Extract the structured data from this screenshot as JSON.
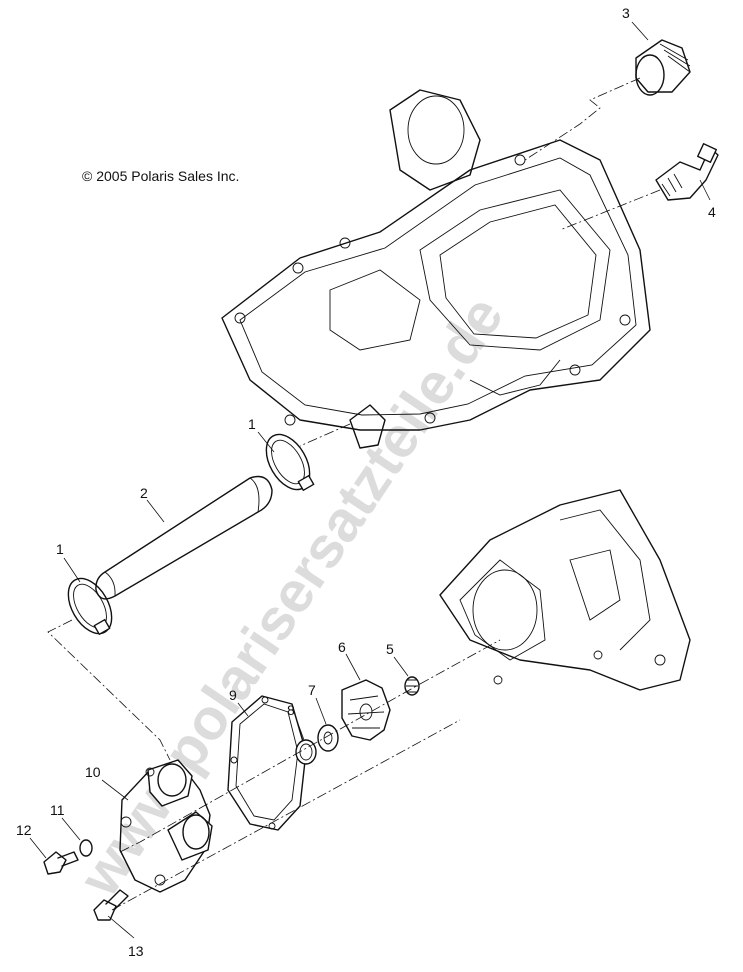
{
  "copyright": "© 2005 Polaris Sales Inc.",
  "watermark": "www.polarisersatzteile.de",
  "callouts": {
    "c1a": "1",
    "c1b": "1",
    "c2": "2",
    "c3": "3",
    "c4": "4",
    "c5": "5",
    "c6": "6",
    "c7": "7",
    "c8": "8",
    "c9": "9",
    "c10": "10",
    "c11": "11",
    "c12": "12",
    "c13": "13"
  }
}
